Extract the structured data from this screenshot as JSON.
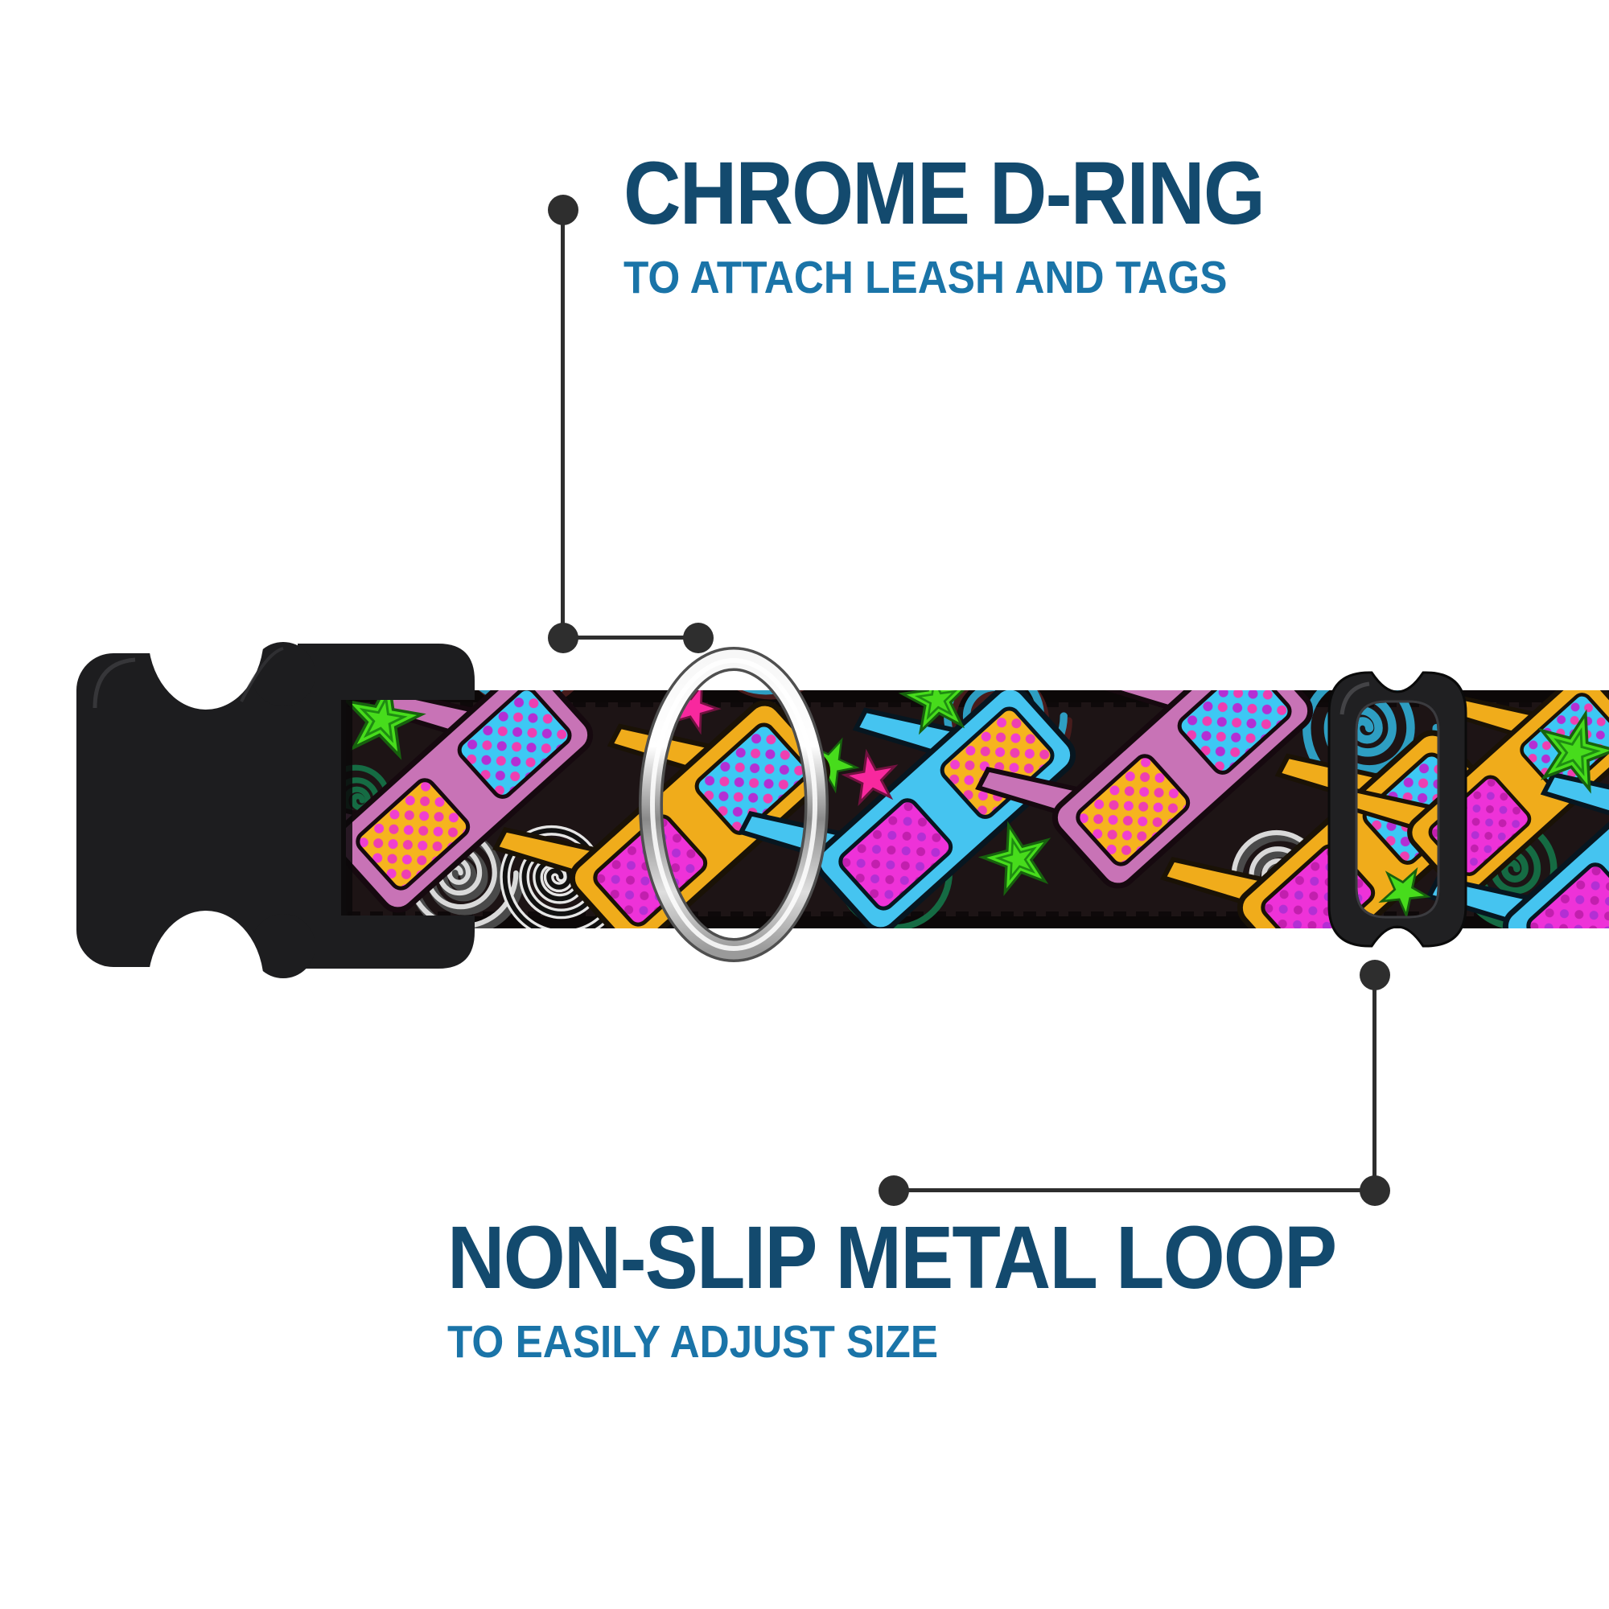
{
  "annotations": {
    "top": {
      "title": "CHROME D-RING",
      "subtitle": "TO ATTACH LEASH AND TAGS"
    },
    "bottom": {
      "title": "NON-SLIP METAL LOOP",
      "subtitle": "TO EASILY ADJUST SIZE"
    }
  },
  "parts": {
    "buckle": "black plastic side-release buckle",
    "d_ring": "chrome d-ring",
    "slider": "black metal adjustment loop",
    "strap": "collar webbing with 3d-glasses, stars and spirals pattern"
  },
  "colors": {
    "page-bg": "#ffffff",
    "title-text": "#134a6e",
    "subtitle-text": "#1a74a8",
    "connector": "#2e2e2e",
    "strap-bg": "#1d1415",
    "strap-edge": "#0c0808",
    "buckle": "#1d1d1f",
    "slider": "#202022",
    "frame-pink": "#c873b6",
    "frame-yellow": "#f0ac1b",
    "frame-blue": "#45c4f0",
    "lens-cyan": "#3dc8f4",
    "lens-orange": "#f6b41e",
    "lens-magenta": "#ee32d8",
    "dot-magenta": "#ee3fb1",
    "dot-purple": "#b32fd4",
    "star-green": "#47dc1c",
    "star-pink": "#f8289e",
    "spiral-blue": "#2e9ec2",
    "spiral-gray": "#d9d9d9",
    "spiral-green": "#156b43",
    "chrome-light": "#f7f7f7",
    "chrome-dark": "#8a8a8a"
  }
}
